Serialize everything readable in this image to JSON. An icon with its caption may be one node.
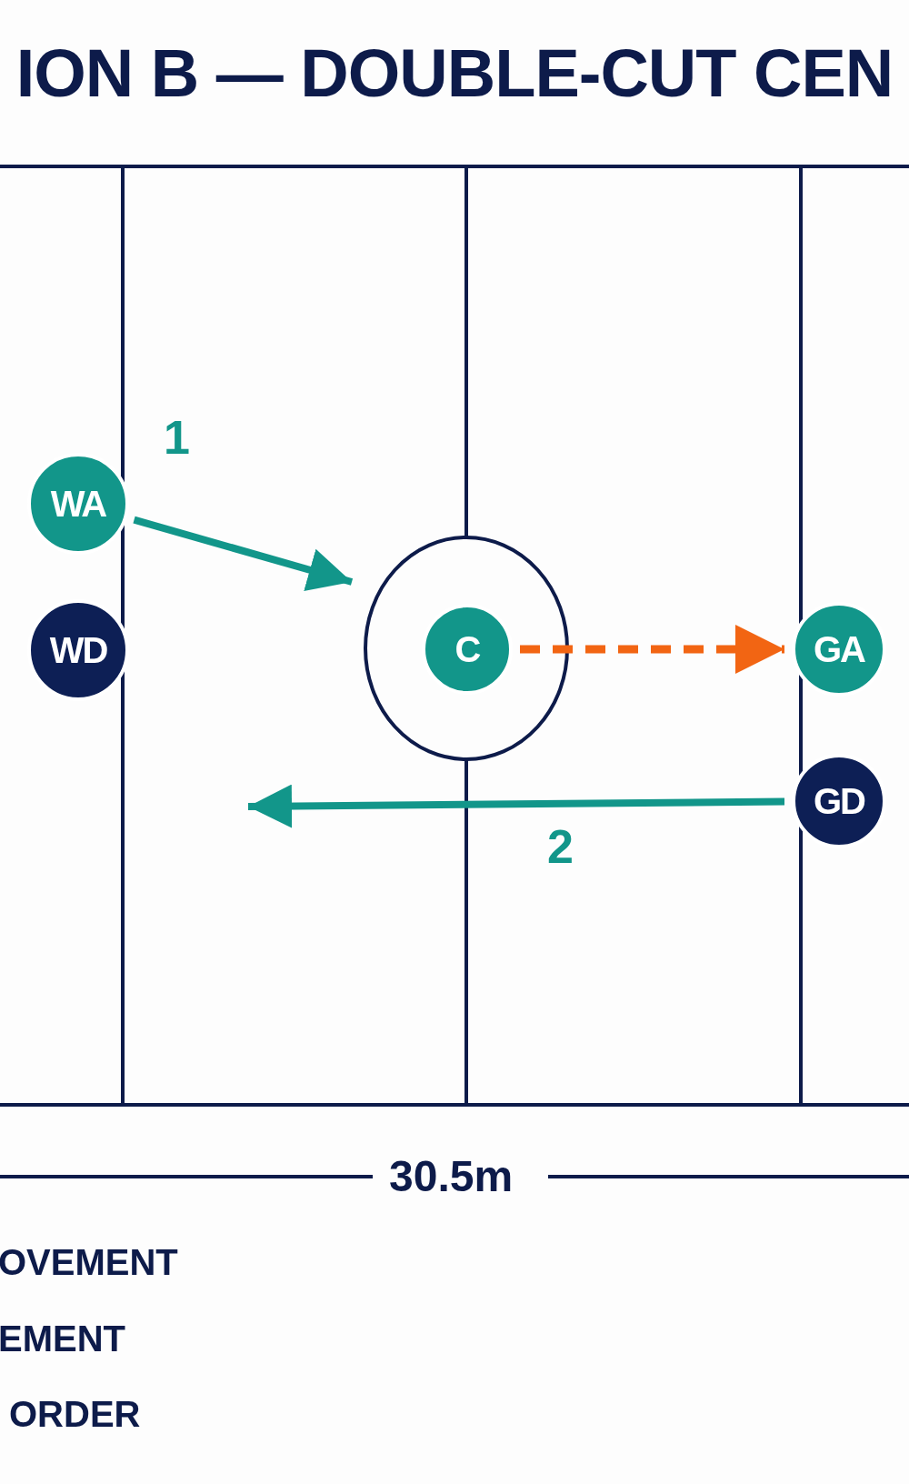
{
  "diagram": {
    "title": "ION B — DOUBLE-CUT CEN",
    "nodes": [
      {
        "text": [
          "WA"
        ]
      },
      {
        "text": [
          "WD"
        ]
      },
      {
        "text": [
          "C"
        ]
      },
      {
        "text": [
          "GA"
        ]
      },
      {
        "text": [
          "GD"
        ]
      }
    ],
    "edges": [
      {
        "from": 0,
        "to": null,
        "arrow": "to",
        "label": "1"
      },
      {
        "from": 4,
        "to": null,
        "arrow": "to",
        "label": "2"
      },
      {
        "from": 2,
        "to": 3,
        "arrow": "to",
        "style": "dashed",
        "color": "#f26513"
      }
    ],
    "labels": [
      "30.5m",
      "OVEMENT",
      "EMENT",
      "ORDER"
    ]
  }
}
